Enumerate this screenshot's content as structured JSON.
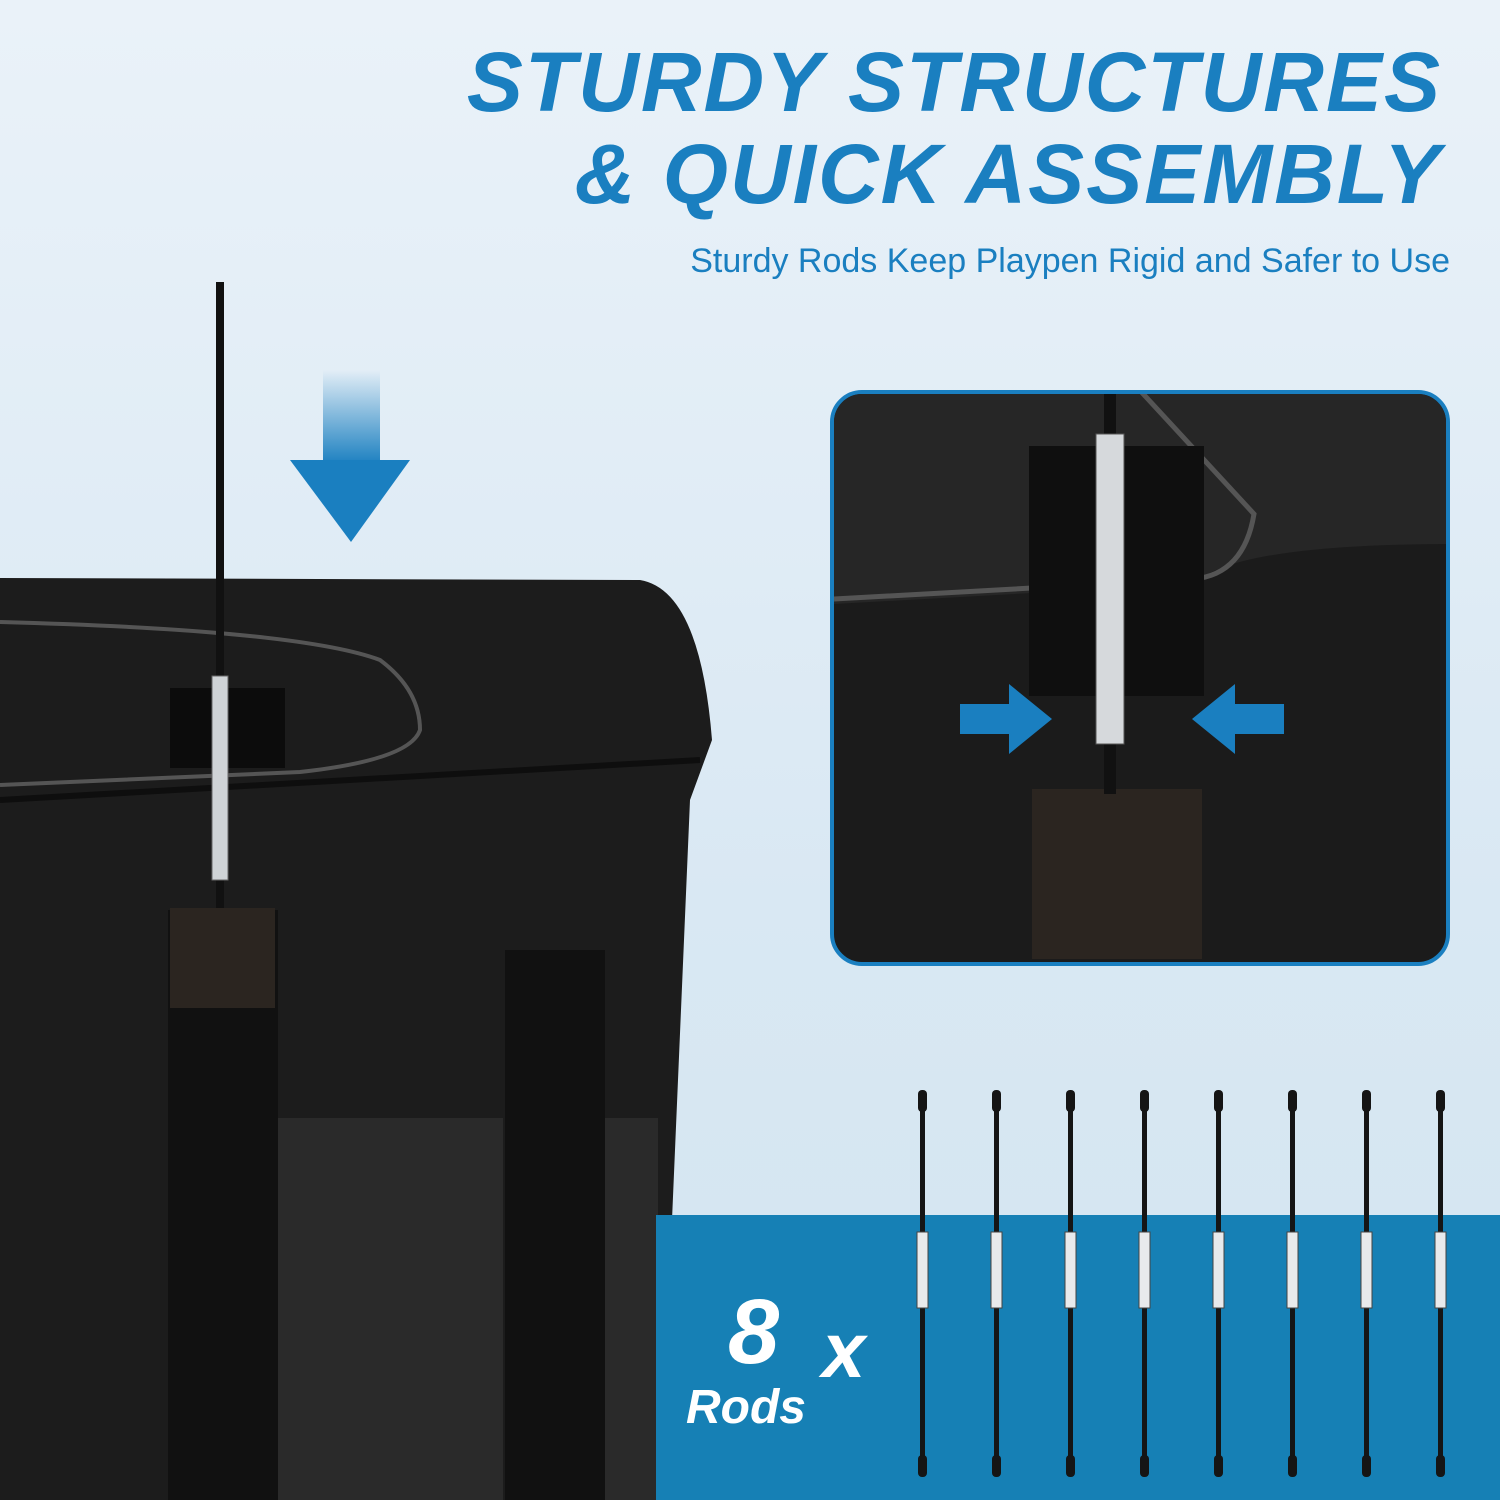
{
  "headline": {
    "line1": "STURDY STRUCTURES",
    "line2": "& QUICK ASSEMBLY"
  },
  "subtitle": "Sturdy Rods Keep Playpen Rigid and Safer to Use",
  "rods_callout": {
    "count": "8",
    "times": "x",
    "label": "Rods"
  },
  "rod_count": 8,
  "colors": {
    "accent": "#1a7fc0",
    "band": "#1680b5",
    "fabric": "#1b1b1b"
  }
}
